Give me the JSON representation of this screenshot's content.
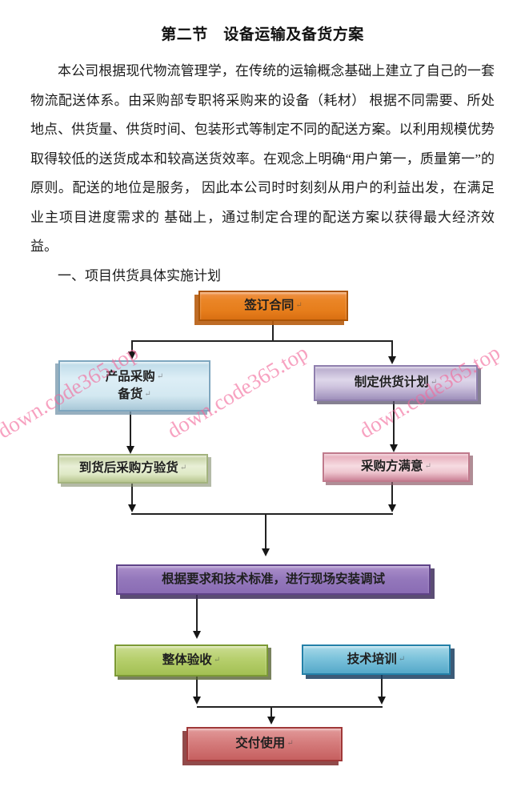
{
  "document": {
    "title": "第二节　设备运输及备货方案",
    "paragraph": "本公司根据现代物流管理学，在传统的运输概念基础上建立了自己的一套物流配送体系。由采购部专职将采购来的设备（耗材） 根据不同需要、所处地点、供货量、供货时间、包装形式等制定不同的配送方案。以利用规模优势取得较低的送货成本和较高送货效率。在观念上明确“用户第一，质量第一”的原则。配送的地位是服务， 因此本公司时时刻刻从用户的利益出发，在满足业主项目进度需求的 基础上，通过制定合理的配送方案以获得最大经济效益。",
    "subheading": "一、项目供货具体实施计划"
  },
  "watermark": {
    "text": "down.code365.top",
    "color": "#f2689a"
  },
  "flowchart": {
    "crlf": "↵",
    "line_color": "#222222",
    "boxes": [
      {
        "id": "sign-contract",
        "label": "签订合同",
        "fill": "#e67d1b",
        "border": "#ad5506"
      },
      {
        "id": "product-procurement",
        "line1": "产品采购",
        "line2": "备货",
        "fill": "#d3e8f1",
        "border": "#7ea6bf"
      },
      {
        "id": "supply-plan",
        "label": "制定供货计划",
        "fill": "#cfc5df",
        "border": "#8f7fae"
      },
      {
        "id": "arrival-inspection",
        "label": "到货后采购方验货",
        "fill": "#dfe9c6",
        "border": "#a3b37e"
      },
      {
        "id": "buyer-satisfied",
        "label": "采购方满意",
        "fill": "#eec5cf",
        "border": "#c07a8c"
      },
      {
        "id": "install-debug",
        "label": "根据要求和技术标准，进行现场安装调试",
        "fill": "#9377bb",
        "border": "#5f4388"
      },
      {
        "id": "overall-acceptance",
        "label": "整体验收",
        "fill": "#b6cf6d",
        "border": "#7c9a35"
      },
      {
        "id": "tech-training",
        "label": "技术培训",
        "fill": "#7cc3db",
        "border": "#2380a8"
      },
      {
        "id": "delivery-use",
        "label": "交付使用",
        "fill": "#d57c7c",
        "border": "#a03838"
      }
    ],
    "edges": [
      {
        "from": "签订合同",
        "to": "产品采购备货"
      },
      {
        "from": "签订合同",
        "to": "制定供货计划"
      },
      {
        "from": "产品采购备货",
        "to": "到货后采购方验货"
      },
      {
        "from": "制定供货计划",
        "to": "采购方满意"
      },
      {
        "from": "到货后采购方验货",
        "to": "根据要求和技术标准，进行现场安装调试"
      },
      {
        "from": "采购方满意",
        "to": "根据要求和技术标准，进行现场安装调试"
      },
      {
        "from": "根据要求和技术标准，进行现场安装调试",
        "to": "整体验收"
      },
      {
        "from": "整体验收",
        "to": "交付使用"
      },
      {
        "from": "技术培训",
        "to": "交付使用"
      }
    ]
  }
}
